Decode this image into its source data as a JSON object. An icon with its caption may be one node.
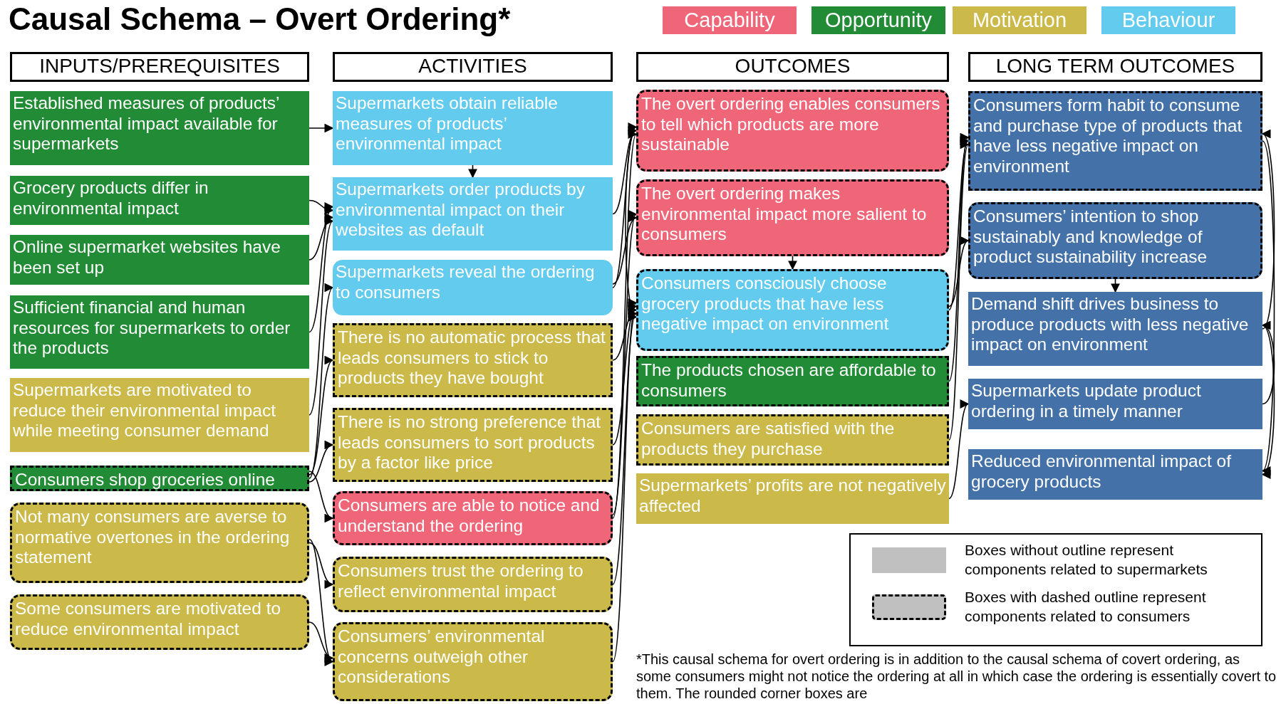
{
  "diagram": {
    "title": "Causal Schema – Overt Ordering*",
    "caption": "*This causal schema for overt ordering is in addition to the causal schema of covert ordering, as some consumers might not notice the ordering at all in which case the ordering is essentially covert to them. The rounded corner boxes are",
    "nodes": [
      {
        "text": [
          "INPUTS/PREREQUISITES"
        ]
      },
      {
        "text": [
          "ACTIVITIES"
        ]
      },
      {
        "text": [
          "OUTCOMES"
        ]
      },
      {
        "text": [
          "LONG TERM OUTCOMES"
        ]
      },
      {
        "text": [
          "Established measures of products’ environmental impact available for supermarkets"
        ]
      },
      {
        "text": [
          "Grocery products differ in environmental impact"
        ]
      },
      {
        "text": [
          "Online supermarket websites have been set up"
        ]
      },
      {
        "text": [
          "Sufficient financial and human resources for supermarkets to order the products"
        ]
      },
      {
        "text": [
          "Supermarkets are motivated to reduce their environmental impact while meeting consumer demand"
        ]
      },
      {
        "text": [
          "Consumers shop groceries online"
        ]
      },
      {
        "text": [
          "Not many consumers are averse to normative overtones in the ordering statement"
        ]
      },
      {
        "text": [
          "Some consumers are motivated to reduce environmental impact"
        ]
      },
      {
        "text": [
          "Supermarkets obtain reliable measures of products’ environmental impact"
        ]
      },
      {
        "text": [
          "Supermarkets order products by environmental impact on their websites as default"
        ]
      },
      {
        "text": [
          "Supermarkets reveal the ordering to consumers"
        ]
      },
      {
        "text": [
          "There is no automatic process that leads consumers to stick to products they have bought"
        ]
      },
      {
        "text": [
          "There is no strong preference that leads consumers to sort products by a factor like price"
        ]
      },
      {
        "text": [
          "Consumers are able to notice and understand the ordering"
        ]
      },
      {
        "text": [
          "Consumers trust the ordering to reflect environmental impact"
        ]
      },
      {
        "text": [
          "Consumers’ environmental concerns outweigh other considerations"
        ]
      },
      {
        "text": [
          "The overt ordering enables consumers to tell which products are more sustainable"
        ]
      },
      {
        "text": [
          "The overt ordering makes environmental impact more salient to consumers"
        ]
      },
      {
        "text": [
          "Consumers consciously choose grocery products that have less negative impact on environment"
        ]
      },
      {
        "text": [
          "The products chosen are affordable to consumers"
        ]
      },
      {
        "text": [
          "Consumers are satisfied with the products they purchase"
        ]
      },
      {
        "text": [
          "Supermarkets’ profits are not negatively affected"
        ]
      },
      {
        "text": [
          "Consumers form habit to consume and purchase type of products that have less negative impact on environment"
        ]
      },
      {
        "text": [
          "Consumers’ intention to shop sustainably and knowledge of product sustainability increase"
        ]
      },
      {
        "text": [
          "Demand shift drives business to produce products with less negative impact on environment"
        ]
      },
      {
        "text": [
          "Supermarkets update product ordering in a timely manner"
        ]
      },
      {
        "text": [
          "Reduced environmental impact of grocery products"
        ]
      }
    ],
    "edges": [
      {
        "from": 4,
        "to": 12,
        "arrow": "to"
      },
      {
        "from": 12,
        "to": 13,
        "arrow": "to"
      },
      {
        "from": 5,
        "to": 13,
        "arrow": "to"
      },
      {
        "from": 6,
        "to": 13,
        "arrow": "to"
      },
      {
        "from": 7,
        "to": 13,
        "arrow": "to"
      },
      {
        "from": 8,
        "to": 13,
        "arrow": "to"
      },
      {
        "from": 9,
        "to": 14,
        "arrow": "to"
      },
      {
        "from": 9,
        "to": 15,
        "arrow": "to"
      },
      {
        "from": 9,
        "to": 16,
        "arrow": "to"
      },
      {
        "from": 9,
        "to": 17,
        "arrow": "to"
      },
      {
        "from": 10,
        "to": 18,
        "arrow": "to"
      },
      {
        "from": 10,
        "to": 19,
        "arrow": "to"
      },
      {
        "from": 11,
        "to": 19,
        "arrow": "to"
      },
      {
        "from": 13,
        "to": 20,
        "arrow": "to"
      },
      {
        "from": 14,
        "to": 20,
        "arrow": "to"
      },
      {
        "from": 17,
        "to": 20,
        "arrow": "to"
      },
      {
        "from": 14,
        "to": 21,
        "arrow": "to"
      },
      {
        "from": 17,
        "to": 21,
        "arrow": "to"
      },
      {
        "from": 15,
        "to": 22,
        "arrow": "to"
      },
      {
        "from": 16,
        "to": 22,
        "arrow": "to"
      },
      {
        "from": 18,
        "to": 22,
        "arrow": "to"
      },
      {
        "from": 19,
        "to": 22,
        "arrow": "to"
      },
      {
        "from": 20,
        "to": 22,
        "arrow": "to"
      },
      {
        "from": 21,
        "to": 22,
        "arrow": "to"
      },
      {
        "from": 22,
        "to": 26,
        "arrow": "to"
      },
      {
        "from": 22,
        "to": 27,
        "arrow": "to"
      },
      {
        "from": 23,
        "to": 26,
        "arrow": "to"
      },
      {
        "from": 24,
        "to": 26,
        "arrow": "to"
      },
      {
        "from": 25,
        "to": 29,
        "arrow": "to"
      },
      {
        "from": 27,
        "to": 28,
        "arrow": "to"
      },
      {
        "from": 28,
        "to": 26,
        "arrow": "to"
      },
      {
        "from": 29,
        "to": 28,
        "arrow": "to"
      },
      {
        "from": 28,
        "to": 30,
        "arrow": "to"
      },
      {
        "from": 26,
        "to": 30,
        "arrow": "to"
      }
    ],
    "legend": [
      {
        "text": "Capability",
        "color": "#ef6679"
      },
      {
        "text": "Opportunity",
        "color": "#228b35"
      },
      {
        "text": "Motivation",
        "color": "#cbb94a"
      },
      {
        "text": "Behaviour",
        "color": "#62cbee"
      },
      {
        "text": "Boxes without outline represent components related to supermarkets",
        "color": "#c0c0c0"
      },
      {
        "text": "Boxes with dashed outline represent components related to consumers"
      }
    ]
  }
}
